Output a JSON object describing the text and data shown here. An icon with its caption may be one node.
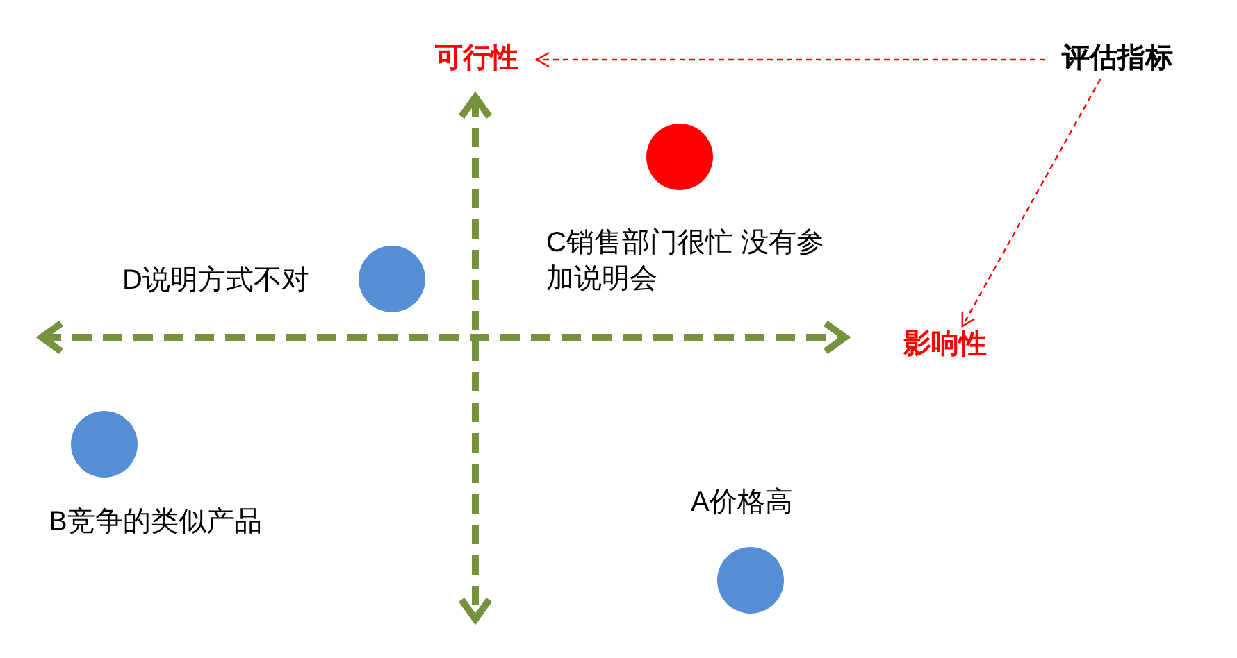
{
  "diagram": {
    "nodes": [
      {
        "text": [
          "可行性"
        ]
      },
      {
        "text": [
          "评估指标"
        ]
      },
      {
        "text": [
          "影响性"
        ]
      },
      {
        "text": [],
        "shape": "circle",
        "beside": [
          "C销售部门很忙 没有参加说明会"
        ]
      },
      {
        "text": [],
        "shape": "circle",
        "beside": [
          "D说明方式不对"
        ]
      },
      {
        "text": [],
        "shape": "circle",
        "beside": [
          "B竞争的类似产品"
        ]
      },
      {
        "text": [],
        "shape": "circle",
        "beside": [
          "A价格高"
        ]
      }
    ],
    "edges": [
      {
        "from": 1,
        "to": 0,
        "arrow": "to",
        "style": "dashed",
        "color": "#ff0000"
      },
      {
        "from": 1,
        "to": 2,
        "arrow": "to",
        "style": "dashed",
        "color": "#ff0000"
      }
    ]
  }
}
